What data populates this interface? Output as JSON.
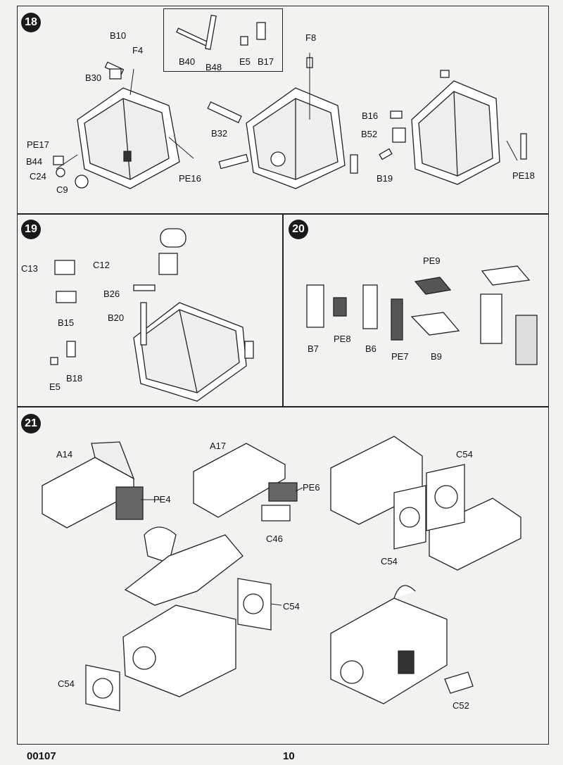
{
  "steps": {
    "s18": {
      "number": "18",
      "labels": [
        "B10",
        "F4",
        "B30",
        "B40",
        "B48",
        "E5",
        "B17",
        "F8",
        "PE17",
        "B44",
        "C24",
        "C9",
        "PE16",
        "B32",
        "B16",
        "B52",
        "B19",
        "PE18"
      ]
    },
    "s19": {
      "number": "19",
      "labels": [
        "C13",
        "C12",
        "B15",
        "E5",
        "B18",
        "B26",
        "B20"
      ]
    },
    "s20": {
      "number": "20",
      "labels": [
        "PE9",
        "B7",
        "PE8",
        "B6",
        "PE7",
        "B9"
      ]
    },
    "s21": {
      "number": "21",
      "labels": [
        "A14",
        "PE4",
        "A17",
        "PE6",
        "C46",
        "C54",
        "C54",
        "C54",
        "C54",
        "C52"
      ]
    }
  },
  "footer": {
    "code": "00107",
    "page": "10"
  }
}
